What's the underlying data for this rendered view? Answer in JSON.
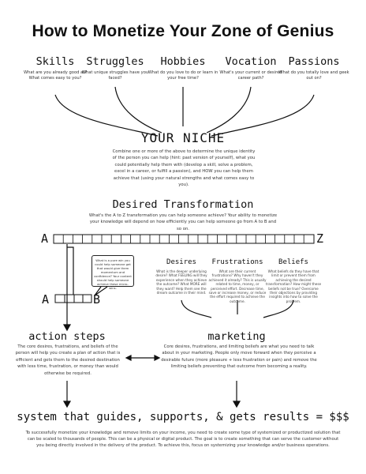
{
  "title": "How to Monetize Your Zone of Genius",
  "categories": [
    {
      "label": "Skills",
      "desc": "What are you already good at? What comes easy to you?"
    },
    {
      "label": "Struggles",
      "desc": "What unique struggles have you faced?"
    },
    {
      "label": "Hobbies",
      "desc": "What do you love to do or learn in your free time?"
    },
    {
      "label": "Vocation",
      "desc": "What's your current or desired career path?"
    },
    {
      "label": "Passions",
      "desc": "What do you totally love and geek out on?"
    }
  ],
  "niche": {
    "label": "YOUR NICHE",
    "desc": "Combine one or more of the above to determine the unique identity of the person you can help (hint: past version of yourself), what you could potentially help them with (develop a skill, solve a problem, excel in a career, or fulfill a passion), and HOW you can help them achieve that (using your natural strengths and what comes easy to you)."
  },
  "transformation": {
    "heading": "Desired Transformation",
    "desc": "What's the A to Z transformation you can help someone achieve? Your ability to monetize your knowledge will depend on how efficiently you can help someone go from A to B and so on.",
    "start": "A",
    "end": "Z"
  },
  "small_bar": {
    "start": "A",
    "end": "B"
  },
  "bubble": "What is a pure win you could help someone get that would give them momentum and confidence? Your content should help someone achieve these micro-wins.",
  "columns": [
    {
      "label": "Desires",
      "desc": "What is the deeper underlying desire? What FEELING will they experience when they achieve the outcome? What MORE will they want? Help them see the dream outcome in their mind."
    },
    {
      "label": "Frustrations",
      "desc": "What are their current frustrations? Why haven't they achieved it already? This is usually related to time, money, or perceived effort. Decrease time, save or increase money, or reduce the effort required to achieve the outcome."
    },
    {
      "label": "Beliefs",
      "desc": "What beliefs do they have that limit or prevent them from achieving the desired transformation? How might these beliefs not be true? Overcome their objections by providing insights into how to solve the problem."
    }
  ],
  "action_steps": {
    "heading": "action steps",
    "desc": "The core desires, frustrations, and beliefs of the person will help you create a plan of action that is efficient and gets them to the desired destination with less time, frustration, or money than would otherwise be required."
  },
  "marketing": {
    "heading": "marketing",
    "desc": "Core desires, frustrations, and limiting beliefs are what you need to talk about in your marketing. People only move forward when they perceive a desirable future (more pleasure + less frustration or pain) and remove the limiting beliefs preventing that outcome from becoming a reality."
  },
  "system": {
    "heading": "system that guides, supports, & gets results = $$$",
    "desc": "To successfully monetize your knowledge and remove limits on your income, you need to create some type of systemized or productized solution that can be scaled to thousands of people. This can be a physical or digital product. The goal is to create something that can serve the customer without you being directly involved in the delivery of the product. To achieve this, focus on systemizing your knowledge and/or business operations."
  }
}
